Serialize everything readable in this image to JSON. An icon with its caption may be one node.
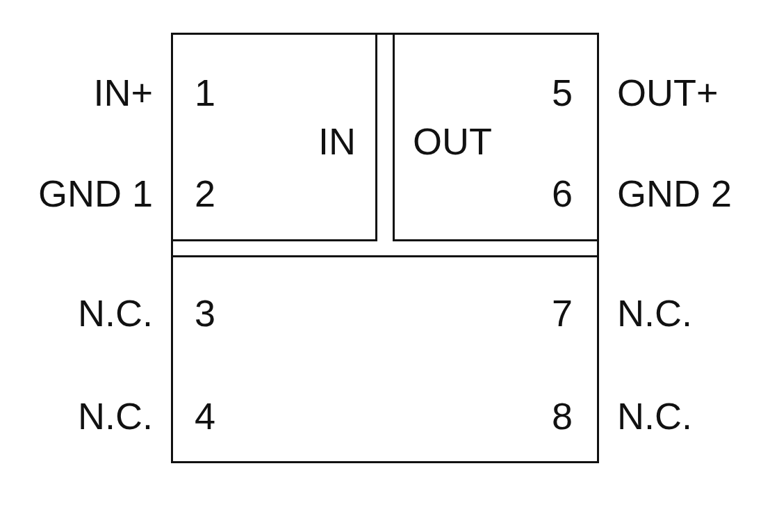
{
  "diagram": {
    "nodes": [
      {
        "text": [],
        "shape": "box"
      },
      {
        "text": [
          "IN"
        ],
        "in": 0
      },
      {
        "text": [
          "OUT"
        ],
        "in": 0
      },
      {
        "text": [],
        "shape": "box",
        "in": 0
      }
    ],
    "edges": [],
    "labels": [
      "IN+",
      "1",
      "5",
      "OUT+",
      "GND 1",
      "2",
      "6",
      "GND 2",
      "N.C.",
      "3",
      "7",
      "N.C.",
      "N.C.",
      "4",
      "8",
      "N.C."
    ]
  }
}
